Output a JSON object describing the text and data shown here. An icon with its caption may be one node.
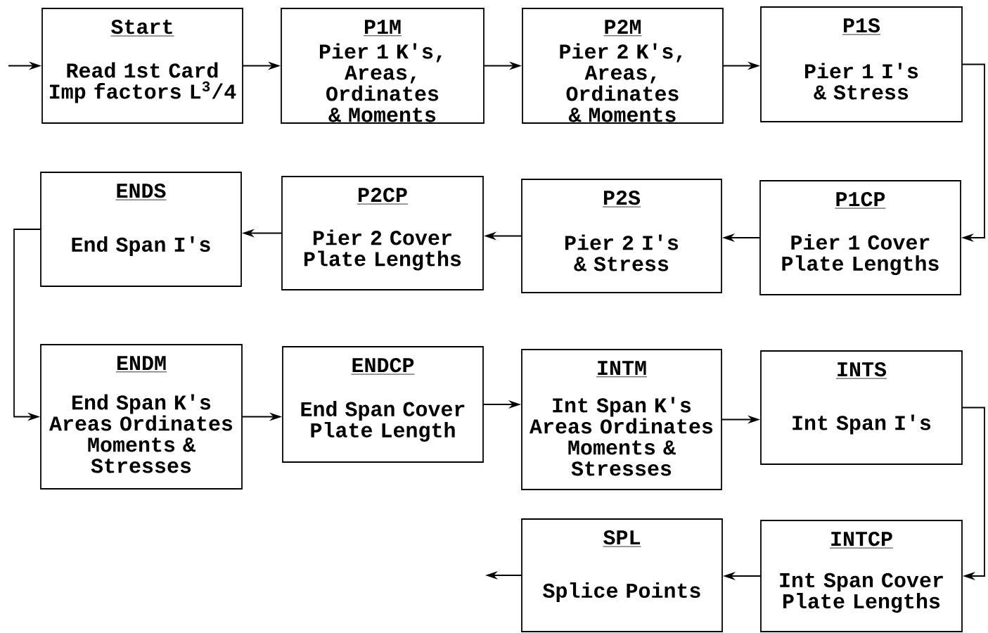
{
  "diagram": {
    "nodes": [
      {
        "text": [
          "Start",
          "Read 1st Card Imp factors L$^{3}$/4"
        ]
      },
      {
        "text": [
          "P1M",
          "Pier 1 K's, Areas, Ordinates & Moments"
        ]
      },
      {
        "text": [
          "P2M",
          "Pier 2 K's, Areas, Ordinates & Moments"
        ]
      },
      {
        "text": [
          "P1S",
          "Pier 1 I's & Stress"
        ]
      },
      {
        "text": [
          "ENDS",
          "End Span I's"
        ]
      },
      {
        "text": [
          "P2CP",
          "Pier 2 Cover Plate Lengths"
        ]
      },
      {
        "text": [
          "P2S",
          "Pier 2 I's & Stress"
        ]
      },
      {
        "text": [
          "P1CP",
          "Pier 1 Cover Plate Lengths"
        ]
      },
      {
        "text": [
          "ENDM",
          "End Span K's Areas Ordinates Moments & Stresses"
        ]
      },
      {
        "text": [
          "ENDCP",
          "End Span Cover Plate Length"
        ]
      },
      {
        "text": [
          "INTM",
          "Int Span K's Areas Ordinates Moments & Stresses"
        ]
      },
      {
        "text": [
          "INTS",
          "Int Span I's"
        ]
      },
      {
        "text": [
          "SPL",
          "Splice Points"
        ]
      },
      {
        "text": [
          "INTCP",
          "Int Span Cover Plate Lengths"
        ]
      }
    ],
    "edges": [
      {
        "from": null,
        "to": 0,
        "arrow": "to"
      },
      {
        "from": 0,
        "to": 1,
        "arrow": "to"
      },
      {
        "from": 1,
        "to": 2,
        "arrow": "to"
      },
      {
        "from": 2,
        "to": 3,
        "arrow": "to"
      },
      {
        "from": 3,
        "to": 7,
        "arrow": "to"
      },
      {
        "from": 7,
        "to": 6,
        "arrow": "to"
      },
      {
        "from": 6,
        "to": 5,
        "arrow": "to"
      },
      {
        "from": 5,
        "to": 4,
        "arrow": "to"
      },
      {
        "from": 4,
        "to": 8,
        "arrow": "to"
      },
      {
        "from": 8,
        "to": 9,
        "arrow": "to"
      },
      {
        "from": 9,
        "to": 10,
        "arrow": "to"
      },
      {
        "from": 10,
        "to": 11,
        "arrow": "to"
      },
      {
        "from": 11,
        "to": 13,
        "arrow": "to"
      },
      {
        "from": 13,
        "to": 12,
        "arrow": "to"
      },
      {
        "from": 12,
        "to": null,
        "arrow": "to"
      }
    ]
  }
}
